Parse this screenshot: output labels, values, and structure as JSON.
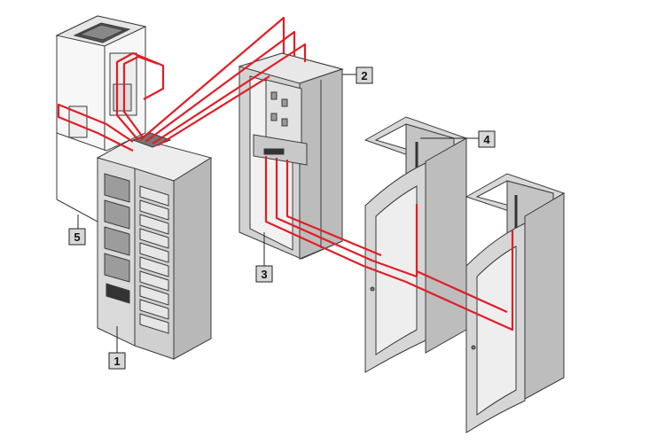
{
  "diagram": {
    "callouts": [
      {
        "id": "1",
        "label": "1"
      },
      {
        "id": "2",
        "label": "2"
      },
      {
        "id": "3",
        "label": "3"
      },
      {
        "id": "4",
        "label": "4"
      },
      {
        "id": "5",
        "label": "5"
      }
    ],
    "colors": {
      "cable": "#e01e26",
      "cabinet_front": "#dcdcdc",
      "cabinet_side": "#bdbdbd",
      "cabinet_top": "#ededed",
      "frame": "#cfcfcf",
      "outline": "#3a3a3a",
      "label_bg": "#d8d8d8"
    },
    "icons": [
      "ups-cabinet-icon",
      "battery-cabinet-icon",
      "distribution-rack-icon",
      "server-rack-icon"
    ]
  }
}
